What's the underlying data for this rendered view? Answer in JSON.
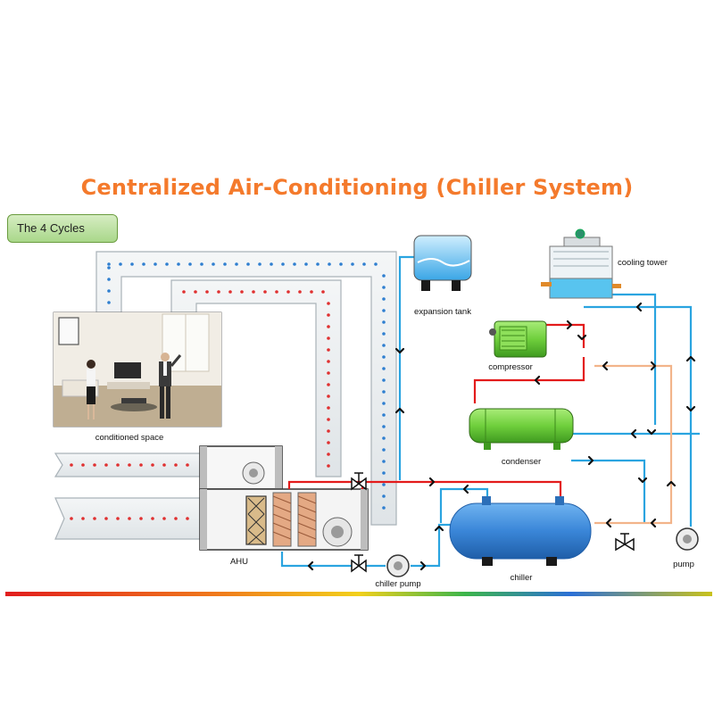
{
  "title": "Centralized Air-Conditioning (Chiller System)",
  "badge": "The 4 Cycles",
  "labels": {
    "conditioned_space": "conditioned space",
    "expansion_tank": "expansion tank",
    "cooling_tower": "cooling tower",
    "compressor": "compressor",
    "condenser": "condenser",
    "ahu": "AHU",
    "chiller": "chiller",
    "chiller_pump": "chiller pump",
    "pump": "pump"
  },
  "colors": {
    "title": "#f47a2c",
    "supply_air_dots": "#2f7fd0",
    "return_air_dots": "#e03030",
    "chilled_water": "#2aa4e0",
    "refrigerant_hot": "#e31b1b",
    "refrigerant_liquid": "#f2b48a",
    "equipment_green": "#7cd34a",
    "chiller_blue": "#3a86d8"
  }
}
